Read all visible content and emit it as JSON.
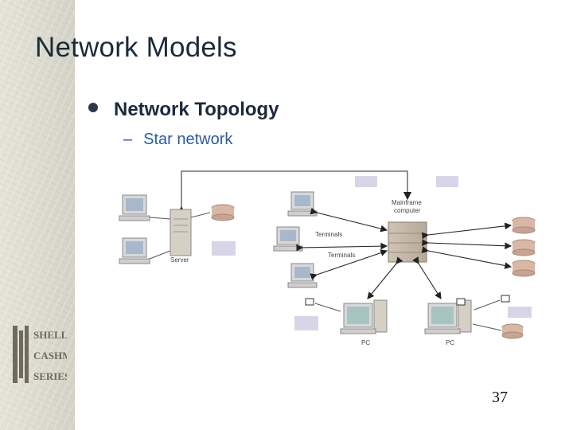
{
  "slide": {
    "title": "Network Models",
    "bullet": "Network Topology",
    "sub_bullet": "Star network",
    "page_number": "37"
  },
  "diagram": {
    "labels": {
      "server": "Server",
      "mainframe_line1": "Mainframe",
      "mainframe_line2": "computer",
      "terminals_upper": "Terminals",
      "terminals_lower": "Terminals",
      "pc_left": "PC",
      "pc_right": "PC"
    }
  },
  "branding": {
    "logo_text": [
      "SHELLY",
      "CASHMAN",
      "SERIES"
    ]
  }
}
